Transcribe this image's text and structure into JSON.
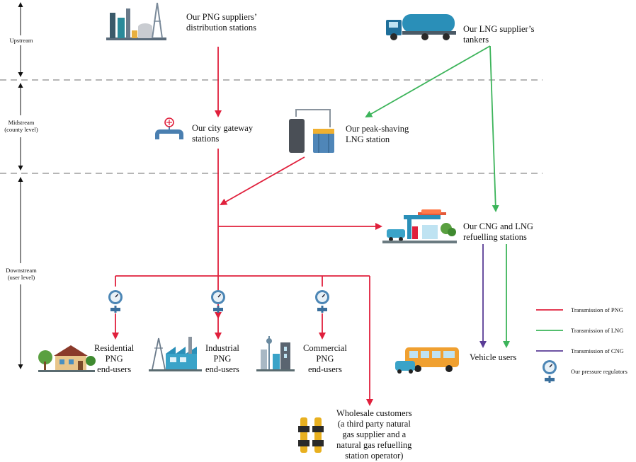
{
  "zones": {
    "upstream": "Upstream",
    "midstream_line1": "Midstream",
    "midstream_line2": "(county level)",
    "downstream_line1": "Downstream",
    "downstream_line2": "(user level)"
  },
  "nodes": {
    "png_suppliers": [
      "Our PNG suppliers’",
      "distribution stations"
    ],
    "lng_supplier": [
      "Our LNG supplier’s",
      "tankers"
    ],
    "city_gateway": [
      "Our city gateway",
      "stations"
    ],
    "peak_shaving": [
      "Our peak-shaving",
      "LNG station"
    ],
    "refuelling": [
      "Our CNG and LNG",
      "refuelling stations"
    ],
    "residential": [
      "Residential",
      "PNG",
      "end-users"
    ],
    "industrial": [
      "Industrial",
      "PNG",
      "end-users"
    ],
    "commercial": [
      "Commercial",
      "PNG",
      "end-users"
    ],
    "vehicle": "Vehicle users",
    "wholesale": [
      "Wholesale customers",
      "(a third party natural",
      "gas supplier and a",
      "natural gas refuelling",
      "station operator)"
    ]
  },
  "legend": [
    {
      "label": "Transmission of PNG",
      "color": "#e0203c"
    },
    {
      "label": "Transmission of LNG",
      "color": "#3cb45a"
    },
    {
      "label": "Transmission of CNG",
      "color": "#5a3c96"
    },
    {
      "label": "Our pressure regulators",
      "icon": "pressure-gauge-icon"
    }
  ],
  "colors": {
    "png": "#e0203c",
    "lng": "#3cb45a",
    "cng": "#5a3c96",
    "divider": "#8a8a8a"
  }
}
